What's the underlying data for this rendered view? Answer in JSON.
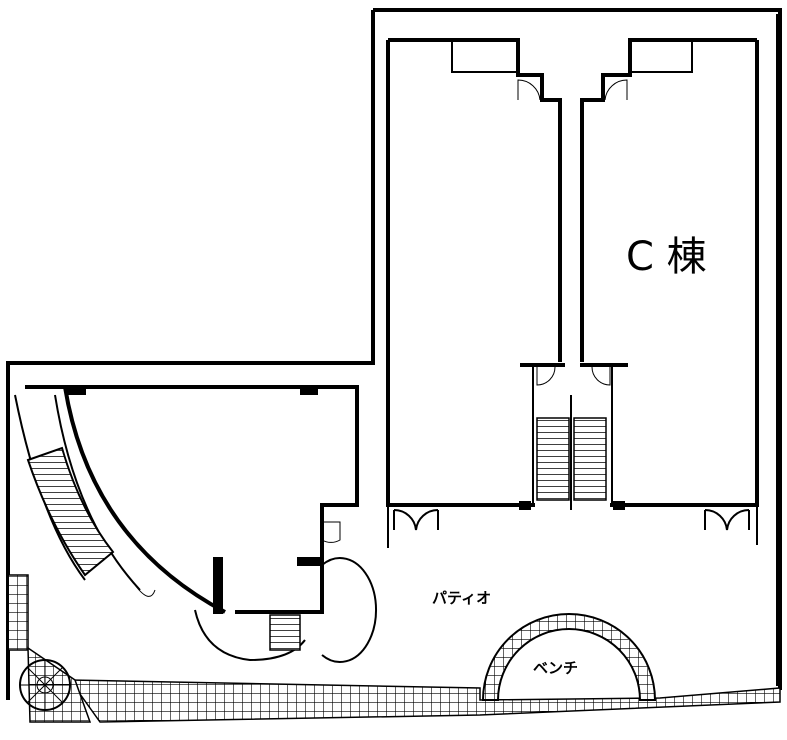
{
  "labels": {
    "building": "C 棟",
    "patio": "パティオ",
    "bench": "ベンチ"
  },
  "colors": {
    "line": "#000000",
    "background": "#ffffff"
  }
}
